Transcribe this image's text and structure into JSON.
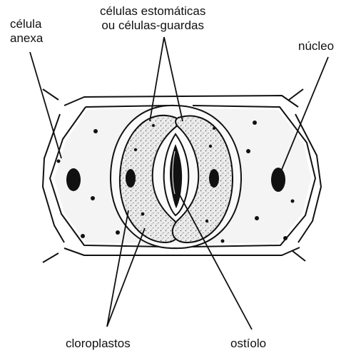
{
  "labels": {
    "celula_anexa_line1": "célula",
    "celula_anexa_line2": "anexa",
    "estomaticas_line1": "células estomáticas",
    "estomaticas_line2": "ou células-guardas",
    "nucleo": "núcleo",
    "cloroplastos": "cloroplastos",
    "ostiolo": "ostíolo"
  },
  "colors": {
    "ink": "#111111",
    "cell_fill": "#f3f3f3",
    "guard_fill": "#e2e2e2"
  }
}
